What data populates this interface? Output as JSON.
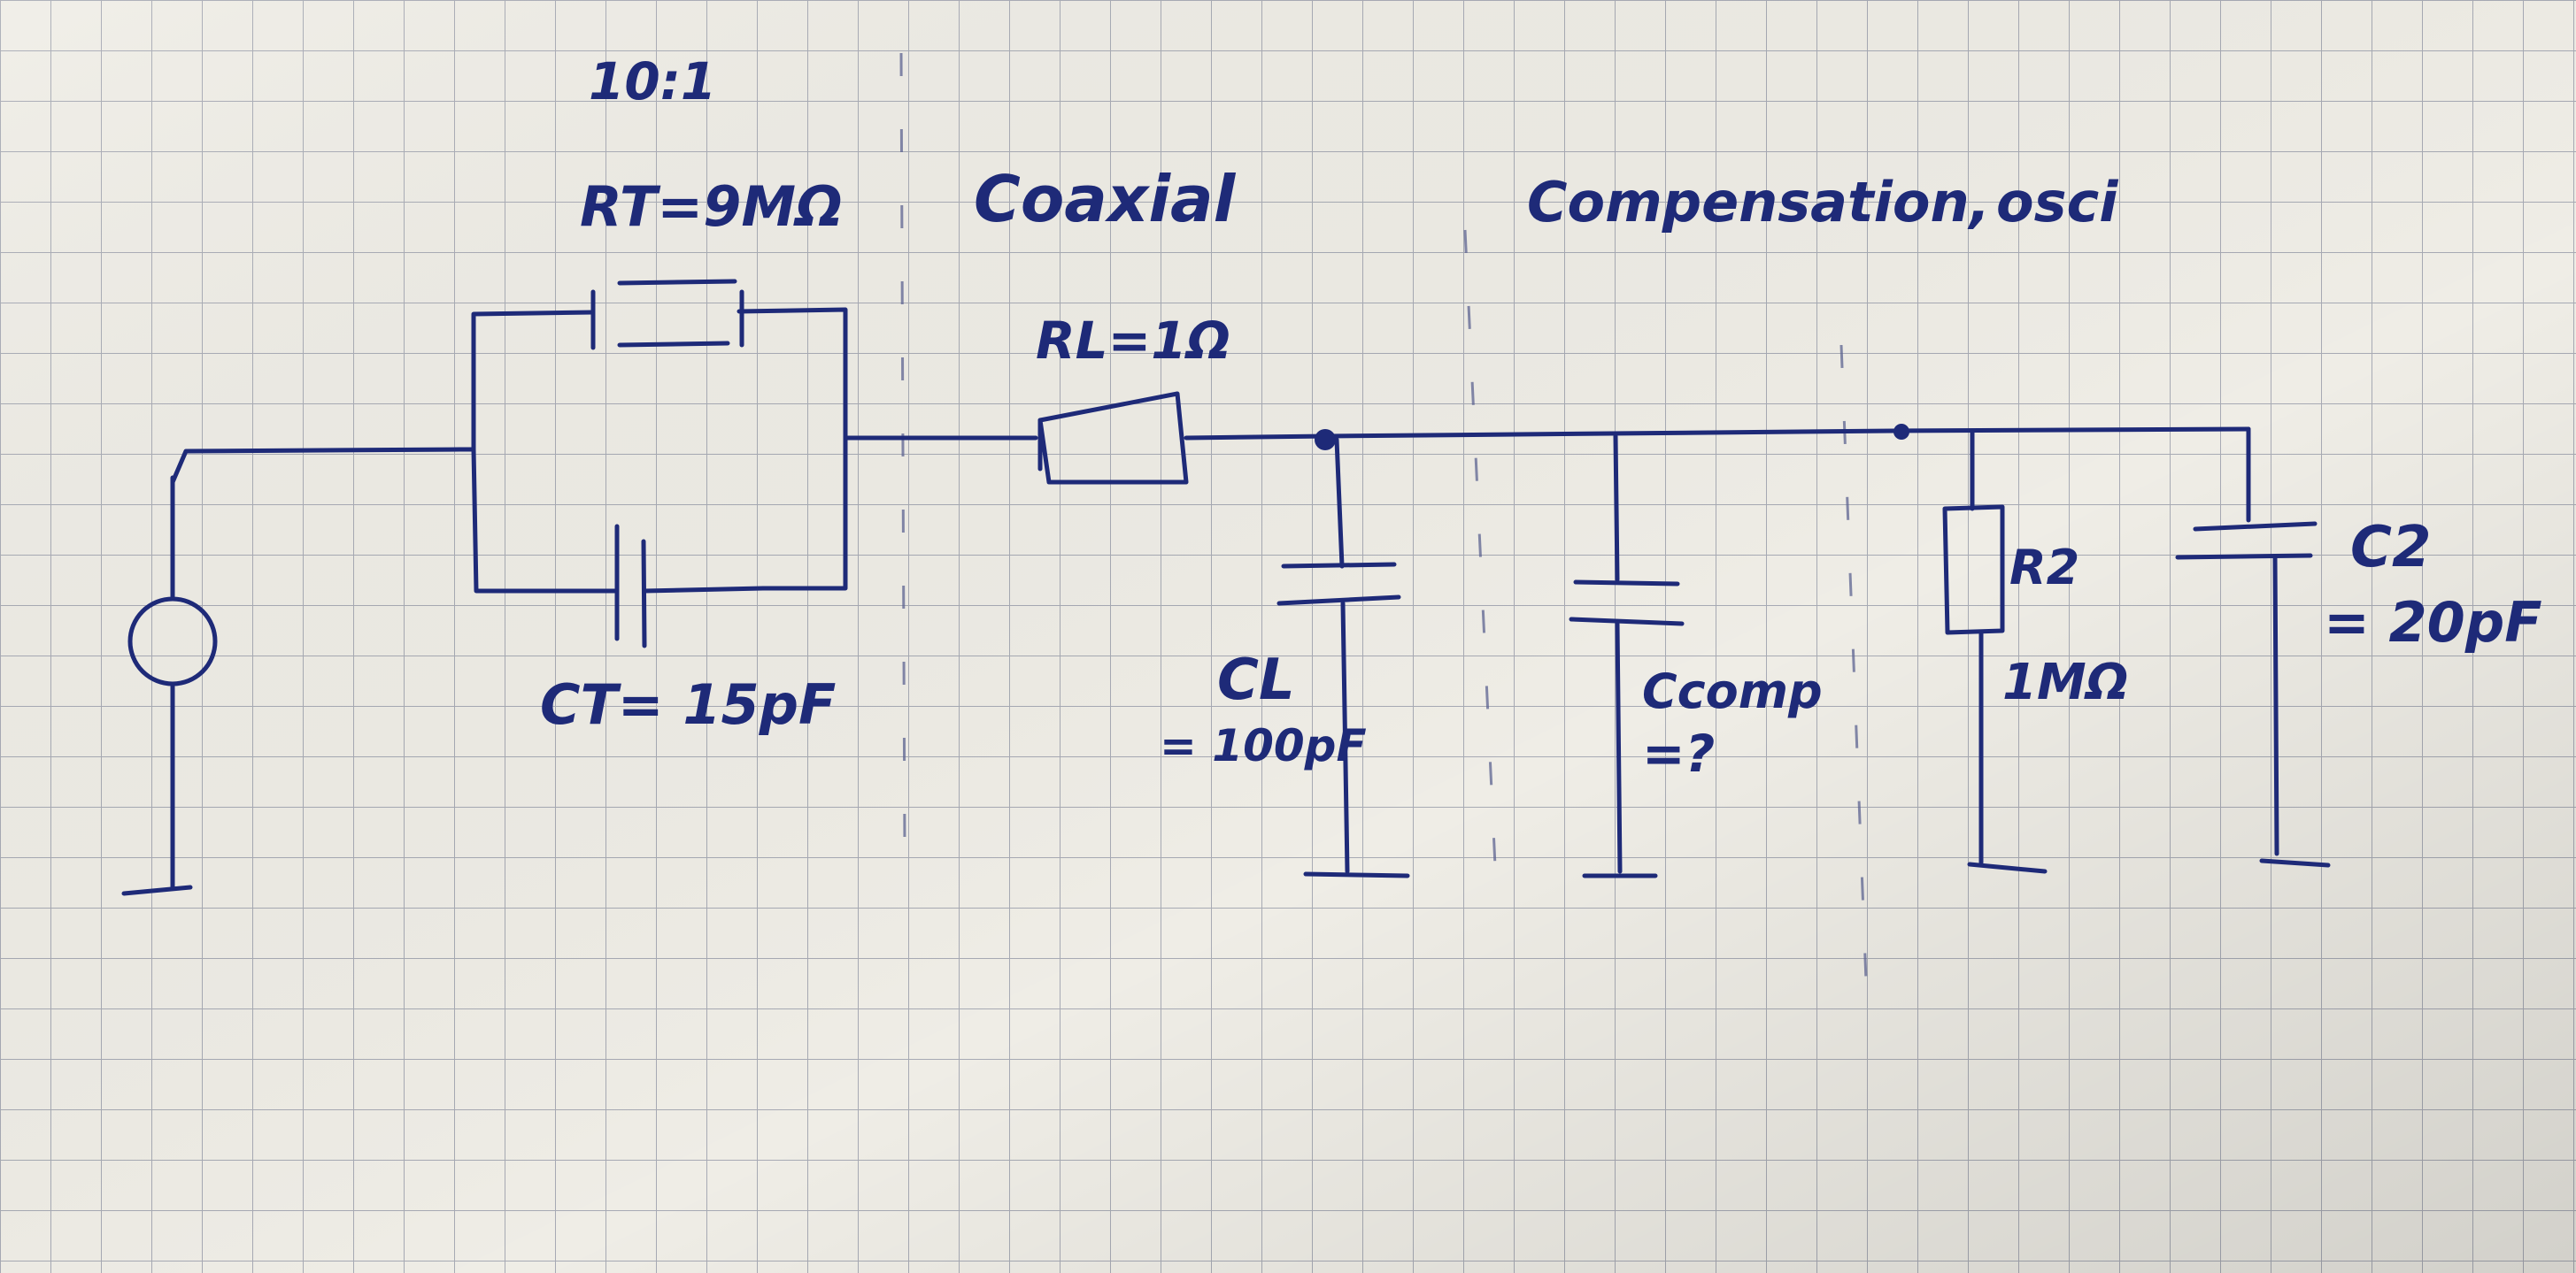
{
  "ink_color": "#1e2a78",
  "paper_color": "#efede6",
  "grid_color": "#a7aab4",
  "labels": {
    "ratio": "10:1",
    "rt": "RT=9MΩ",
    "ct": "CT= 15pF",
    "coaxial": "Coaxial",
    "rl": "RL=1Ω",
    "cl": "CL",
    "cl_value": "= 100pF",
    "compensation": "Compensation,",
    "ccomp": "Ccomp",
    "ccomp_value": "=?",
    "osci": "osci",
    "r2": "R2",
    "r2_value": "1MΩ",
    "c2": "C2",
    "c2_value": "= 20pF"
  }
}
